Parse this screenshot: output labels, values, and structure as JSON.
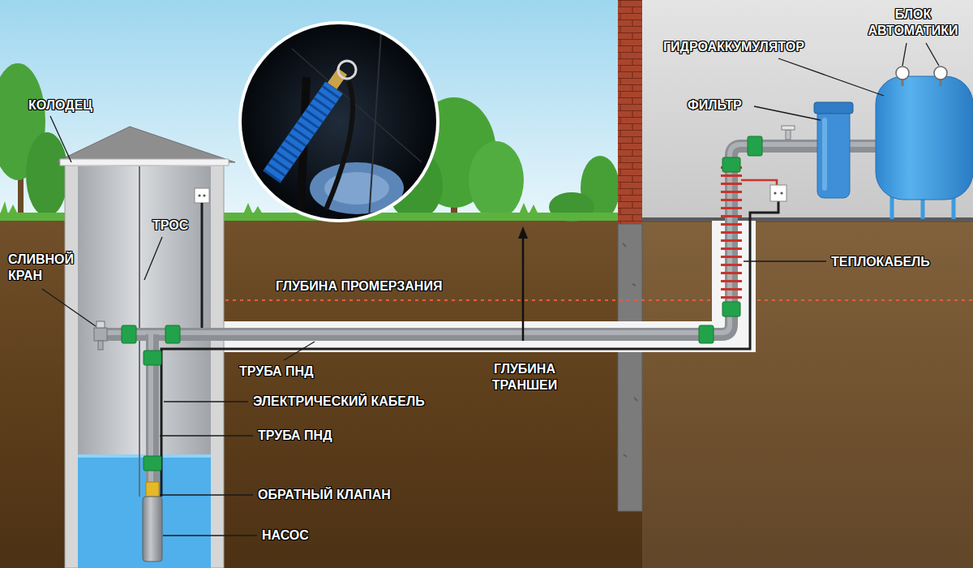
{
  "diagram": {
    "labels": [
      "КОЛОДЕЦ",
      "ТРОС",
      "СЛИВНОЙ КРАН",
      "ГЛУБИНА ПРОМЕРЗАНИЯ",
      "ТРУБА ПНД",
      "ГЛУБИНА ТРАНШЕИ",
      "ЭЛЕКТРИЧЕСКИЙ КАБЕЛЬ",
      "ТРУБА ПНД",
      "ОБРАТНЫЙ КЛАПАН",
      "НАСОС",
      "ГИДРОАККУМУЛЯТОР",
      "БЛОК АВТОМАТИКИ",
      "ФИЛЬТР",
      "ТЕПЛОКАБЕЛЬ"
    ]
  }
}
